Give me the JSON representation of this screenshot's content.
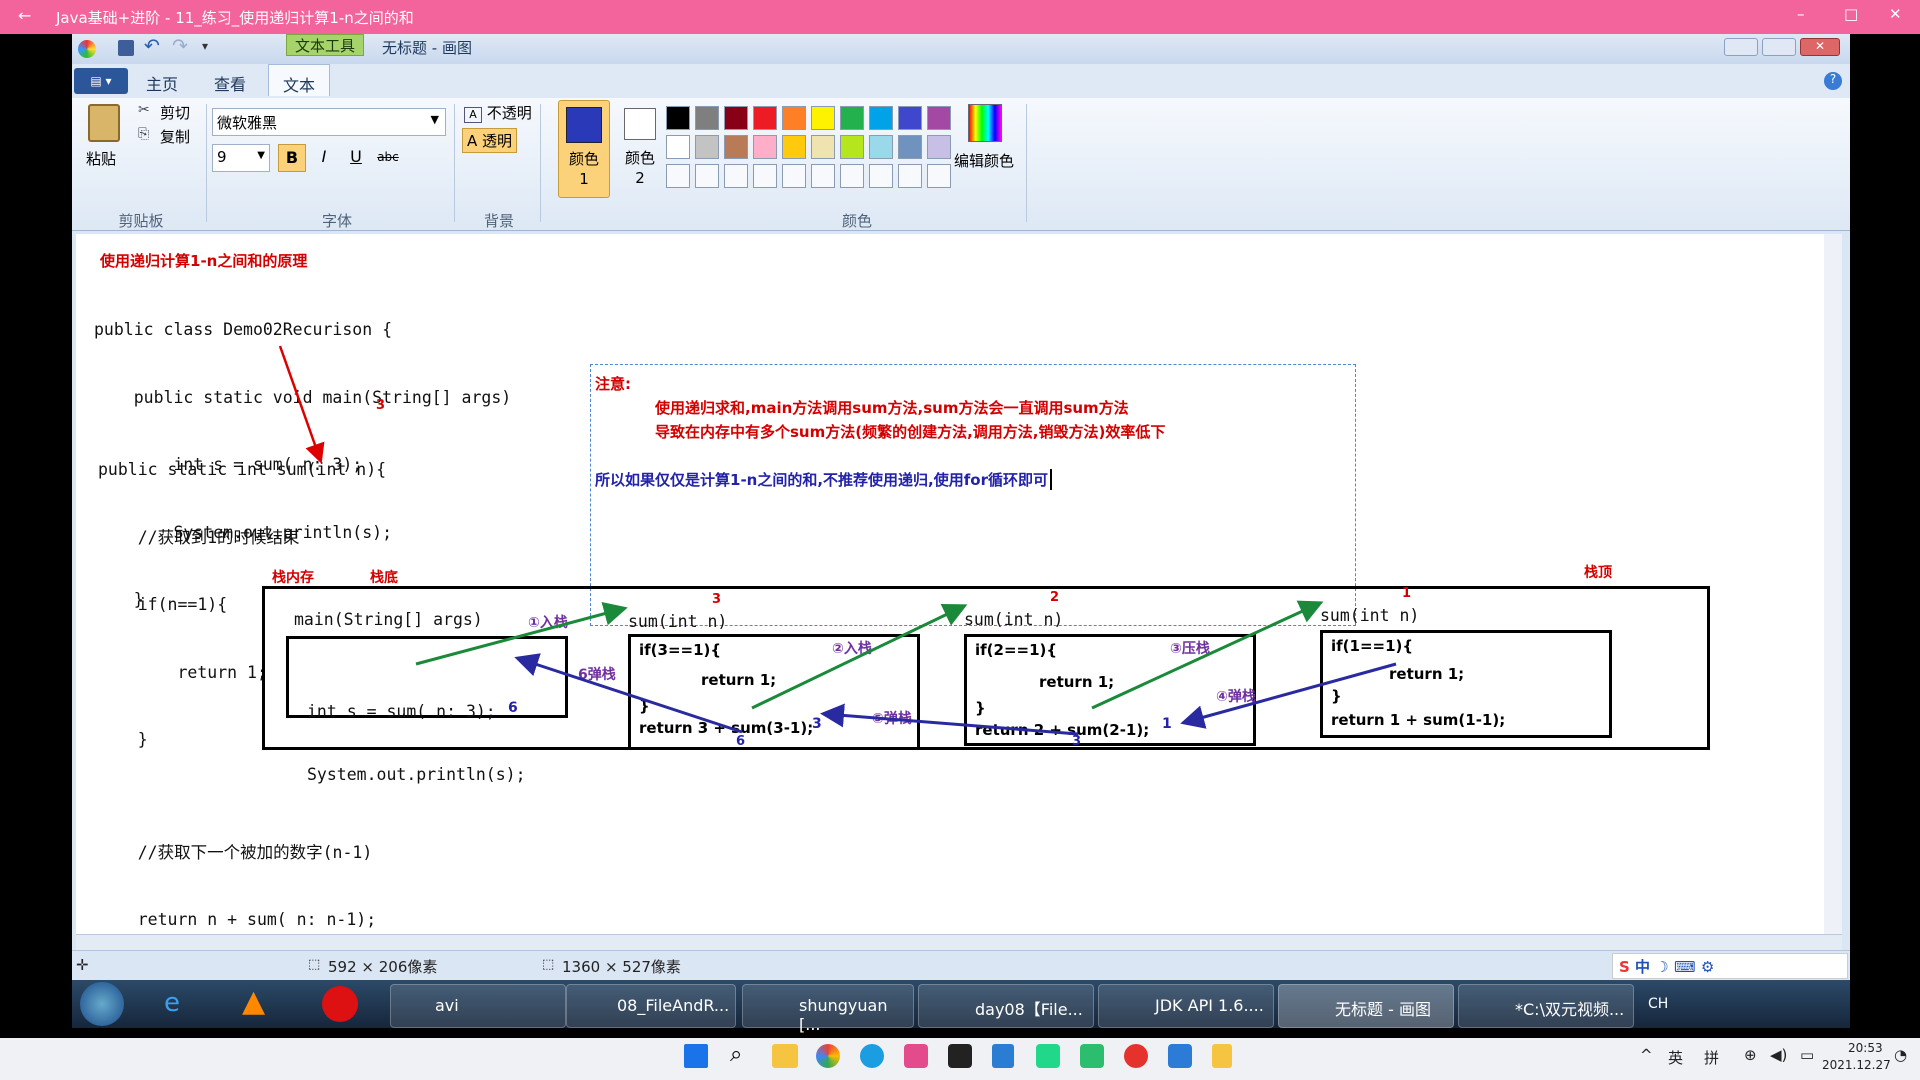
{
  "player": {
    "title": "Java基础+进阶 - 11_练习_使用递归计算1-n之间的和",
    "back": "←",
    "min": "–",
    "max": "□",
    "close": "✕"
  },
  "paint": {
    "window_title": "无标题 - 画图",
    "text_tools_tab": "文本工具",
    "tabs": [
      "主页",
      "查看",
      "文本"
    ],
    "clipboard": {
      "paste": "粘贴",
      "cut": "剪切",
      "copy": "复制",
      "label": "剪贴板"
    },
    "font": {
      "family": "微软雅黑",
      "size": "9",
      "bold": "B",
      "italic": "I",
      "underline": "U",
      "strike": "abc",
      "label": "字体"
    },
    "background": {
      "opaque": "不透明",
      "transparent": "透明",
      "label": "背景"
    },
    "colors": {
      "color1": "颜色 1",
      "color2": "颜色 2",
      "edit": "编辑颜色",
      "label": "颜色",
      "color1_value": "#2a39b8",
      "palette_row1": [
        "#000000",
        "#7f7f7f",
        "#880015",
        "#ed1c24",
        "#ff7f27",
        "#fff200",
        "#22b14c",
        "#00a2e8",
        "#3f48cc",
        "#a349a4"
      ],
      "palette_row2": [
        "#ffffff",
        "#c3c3c3",
        "#b97a57",
        "#ffaec9",
        "#ffc90e",
        "#efe4b0",
        "#b5e61d",
        "#99d9ea",
        "#7092be",
        "#c8bfe7"
      ]
    },
    "status": {
      "selection": "592 × 206像素",
      "canvas": "1360 × 527像素"
    }
  },
  "canvas": {
    "heading": "使用递归计算1-n之间和的原理",
    "code_main": [
      "public class Demo02Recurison {",
      "    public static void main(String[] args)",
      "        int s = sum( n: 3);",
      "        System.out.println(s);",
      "    }"
    ],
    "code_sum": [
      "public static int sum(int n){",
      "    //获取到1的时候结束",
      "    if(n==1){",
      "        return 1;",
      "    }",
      "",
      "    //获取下一个被加的数字(n-1)",
      "    return n + sum( n: n-1);",
      "}"
    ],
    "note": {
      "title": "注意:",
      "line1": "使用递归求和,main方法调用sum方法,sum方法会一直调用sum方法",
      "line2": "导致在内存中有多个sum方法(频繁的创建方法,调用方法,销毁方法)效率低下",
      "line3": "所以如果仅仅是计算1-n之间的和,不推荐使用递归,使用for循环即可"
    },
    "stack": {
      "mem": "栈内存",
      "bottom": "栈底",
      "top": "栈顶",
      "main_sig": "main(String[] args)",
      "main_body": [
        "int s = sum( n: 3);",
        "System.out.println(s);"
      ],
      "frames": [
        {
          "sig": "sum(int n)",
          "n": "3",
          "if": "if(3==1){",
          "ret1": "return 1;",
          "close": "}",
          "ret": "return 3 + sum(3-1);",
          "val": "3"
        },
        {
          "sig": "sum(int n)",
          "n": "2",
          "if": "if(2==1){",
          "ret1": "return 1;",
          "close": "}",
          "ret": "return 2 + sum(2-1);",
          "val": "1"
        },
        {
          "sig": "sum(int n)",
          "n": "1",
          "if": "if(1==1){",
          "ret1": "return 1;",
          "close": "}",
          "ret": "return 1 + sum(1-1);"
        }
      ],
      "labels": {
        "push1": "①入栈",
        "push2": "②入栈",
        "push3": "③压栈",
        "pop4": "④弹栈",
        "pop5": "⑤弹栈",
        "pop6": "6弹栈"
      },
      "vals": {
        "v6a": "6",
        "v6b": "6",
        "v3": "3",
        "n3": "3"
      }
    }
  },
  "taskbar1": {
    "items": [
      "avi",
      "08_FileAndR...",
      "shungyuan [...",
      "day08【File...",
      "JDK API 1.6....",
      "无标题 - 画图",
      "*C:\\双元视频..."
    ],
    "lang": "CH"
  },
  "tray": {
    "ime": "中",
    "ime2": "英",
    "pin": "拼",
    "time": "20:53",
    "date": "2021.12.27"
  }
}
